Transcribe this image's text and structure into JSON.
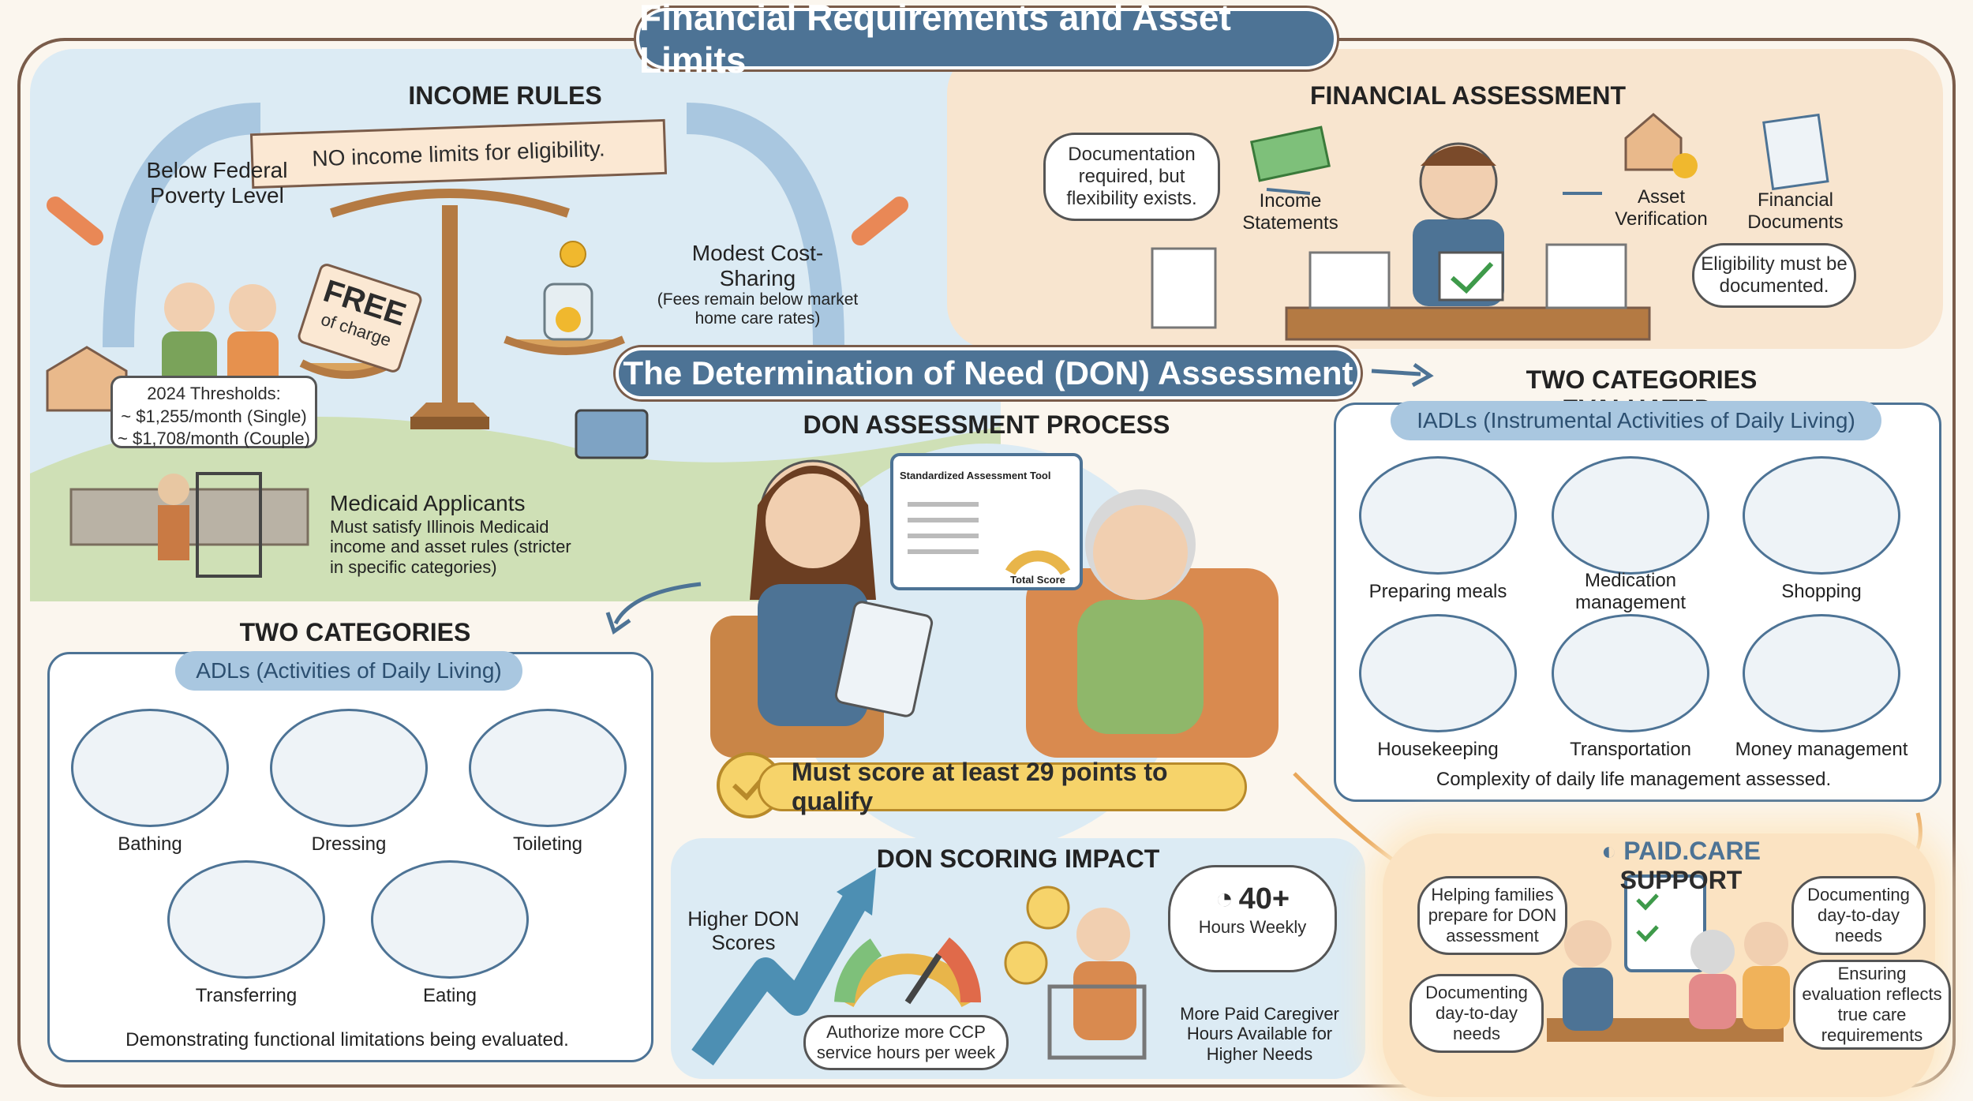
{
  "title": "Financial Requirements and Asset Limits",
  "income": {
    "heading": "INCOME RULES",
    "banner": "NO income limits for eligibility.",
    "fpl": "Below Federal Poverty Level",
    "free_big": "FREE",
    "free_small": "of charge",
    "cost_title": "Modest Cost-Sharing",
    "cost_note": "(Fees remain below market home care rates)",
    "thresholds_title": "2024 Thresholds:",
    "thresholds_single": "~ $1,255/month (Single)",
    "thresholds_couple": "~ $1,708/month (Couple)",
    "medicaid_title": "Medicaid Applicants",
    "medicaid_body": "Must satisfy Illinois Medicaid income and asset rules (stricter in specific categories)"
  },
  "financial": {
    "heading": "FINANCIAL ASSESSMENT",
    "doc_bubble": "Documentation required, but flexibility exists.",
    "income_statements": "Income Statements",
    "asset_verification": "Asset Verification",
    "financial_documents": "Financial Documents",
    "eligibility_bubble": "Eligibility must be documented."
  },
  "don": {
    "title": "The Determination of Need (DON) Assessment",
    "process_heading": "DON ASSESSMENT PROCESS",
    "tool_title": "Standardized Assessment Tool",
    "total_score": "Total Score",
    "qualify": "Must score at least 29 points to qualify"
  },
  "adl": {
    "heading": "TWO CATEGORIES EVALUATED:",
    "pill": "ADLs (Activities of Daily Living)",
    "items": [
      "Bathing",
      "Dressing",
      "Toileting",
      "Transferring",
      "Eating"
    ],
    "footer": "Demonstrating functional limitations being evaluated."
  },
  "iadl": {
    "heading": "TWO CATEGORIES EVALUATED:",
    "pill": "IADLs (Instrumental Activities of Daily Living)",
    "items": [
      "Preparing meals",
      "Medication management",
      "Shopping",
      "Housekeeping",
      "Transportation",
      "Money management"
    ],
    "footer": "Complexity of daily life management assessed."
  },
  "scoring": {
    "heading": "DON SCORING IMPACT",
    "higher": "Higher DON Scores",
    "authorize": "Authorize more CCP service hours per week",
    "hours_big": "40+",
    "hours_small": "Hours Weekly",
    "more_paid": "More Paid Caregiver Hours Available for Higher Needs"
  },
  "paid": {
    "brand": "PAID.CARE",
    "support": "SUPPORT",
    "b1": "Helping families prepare for DON assessment",
    "b2": "Documenting day-to-day needs",
    "b3": "Documenting day-to-day needs",
    "b4": "Ensuring evaluation reflects true care requirements"
  },
  "colors": {
    "accent": "#4d7395",
    "frame": "#7a5c4a",
    "gold": "#f6d36a",
    "sky": "#dcebf4",
    "peach": "#f8e5cf"
  }
}
